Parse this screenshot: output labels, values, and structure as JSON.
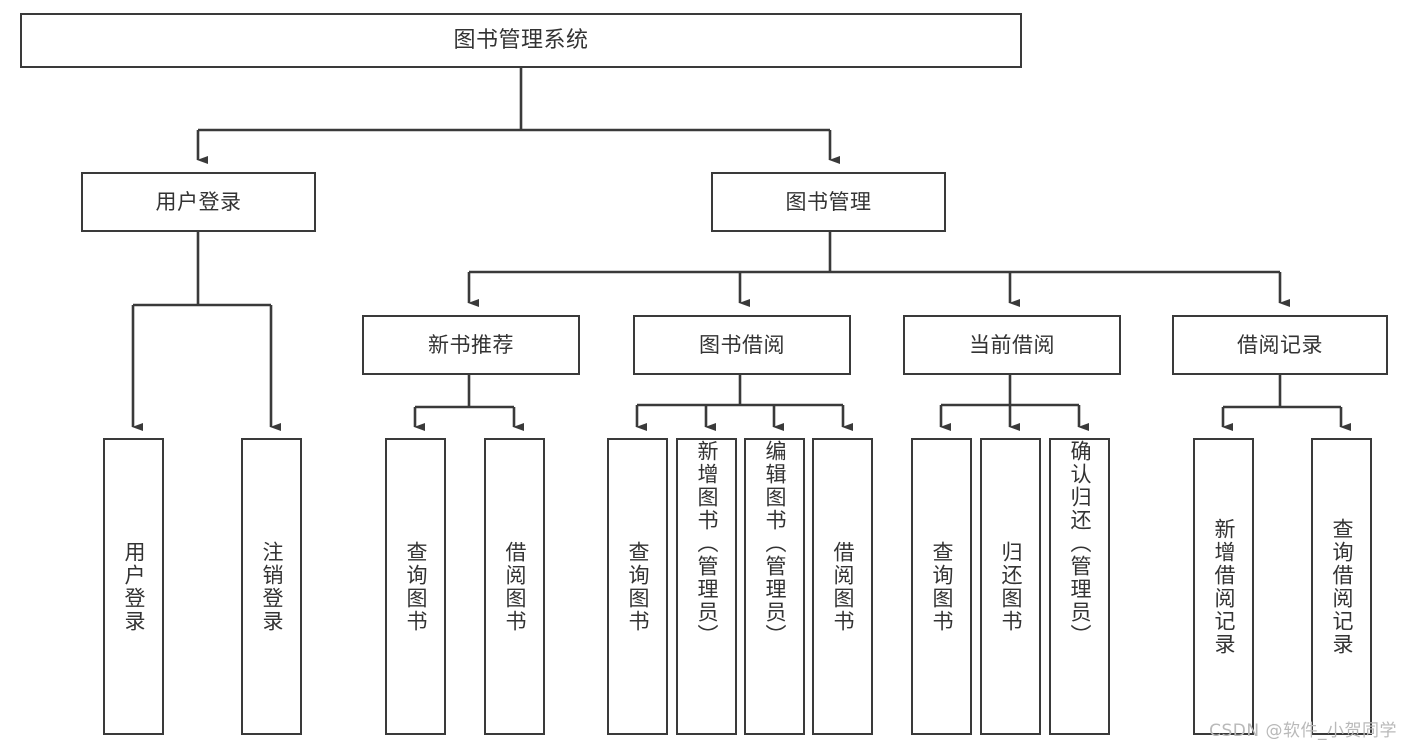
{
  "diagram": {
    "title": "图书管理系统",
    "watermark": "CSDN @软件_小贺同学",
    "colors": {
      "box_border": "#3a3a3a",
      "box_fill": "#ffffff",
      "text": "#333333",
      "edge": "#3a3a3a",
      "watermark": "#b9b9b9",
      "background": "#ffffff"
    },
    "nodes": {
      "root": {
        "label": "图书管理系统",
        "level": 0
      },
      "user_login": {
        "label": "用户登录",
        "level": 1
      },
      "book_manage": {
        "label": "图书管理",
        "level": 1
      },
      "new_book_rec": {
        "label": "新书推荐",
        "level": 2
      },
      "book_borrow": {
        "label": "图书借阅",
        "level": 2
      },
      "current_borrow": {
        "label": "当前借阅",
        "level": 2
      },
      "borrow_record": {
        "label": "借阅记录",
        "level": 2
      },
      "leaf_user_login": {
        "label": "用户登录",
        "level": 2
      },
      "leaf_logout": {
        "label": "注销登录",
        "level": 2
      },
      "leaf_query_book_1": {
        "label": "查询图书",
        "level": 3
      },
      "leaf_borrow_book_1": {
        "label": "借阅图书",
        "level": 3
      },
      "leaf_query_book_2": {
        "label": "查询图书",
        "level": 3
      },
      "leaf_add_book": {
        "label": "新增图书（管理员）",
        "level": 3
      },
      "leaf_edit_book": {
        "label": "编辑图书（管理员）",
        "level": 3
      },
      "leaf_borrow_book_2": {
        "label": "借阅图书",
        "level": 3
      },
      "leaf_query_book_3": {
        "label": "查询图书",
        "level": 3
      },
      "leaf_return_book": {
        "label": "归还图书",
        "level": 3
      },
      "leaf_confirm_return": {
        "label": "确认归还（管理员）",
        "level": 3
      },
      "leaf_add_record": {
        "label": "新增借阅记录",
        "level": 3
      },
      "leaf_query_record": {
        "label": "查询借阅记录",
        "level": 3
      }
    },
    "edges": [
      {
        "from": "root",
        "to": "user_login"
      },
      {
        "from": "root",
        "to": "book_manage"
      },
      {
        "from": "user_login",
        "to": "leaf_user_login"
      },
      {
        "from": "user_login",
        "to": "leaf_logout"
      },
      {
        "from": "book_manage",
        "to": "new_book_rec"
      },
      {
        "from": "book_manage",
        "to": "book_borrow"
      },
      {
        "from": "book_manage",
        "to": "current_borrow"
      },
      {
        "from": "book_manage",
        "to": "borrow_record"
      },
      {
        "from": "new_book_rec",
        "to": "leaf_query_book_1"
      },
      {
        "from": "new_book_rec",
        "to": "leaf_borrow_book_1"
      },
      {
        "from": "book_borrow",
        "to": "leaf_query_book_2"
      },
      {
        "from": "book_borrow",
        "to": "leaf_add_book"
      },
      {
        "from": "book_borrow",
        "to": "leaf_edit_book"
      },
      {
        "from": "book_borrow",
        "to": "leaf_borrow_book_2"
      },
      {
        "from": "current_borrow",
        "to": "leaf_query_book_3"
      },
      {
        "from": "current_borrow",
        "to": "leaf_return_book"
      },
      {
        "from": "current_borrow",
        "to": "leaf_confirm_return"
      },
      {
        "from": "borrow_record",
        "to": "leaf_add_record"
      },
      {
        "from": "borrow_record",
        "to": "leaf_query_record"
      }
    ]
  }
}
